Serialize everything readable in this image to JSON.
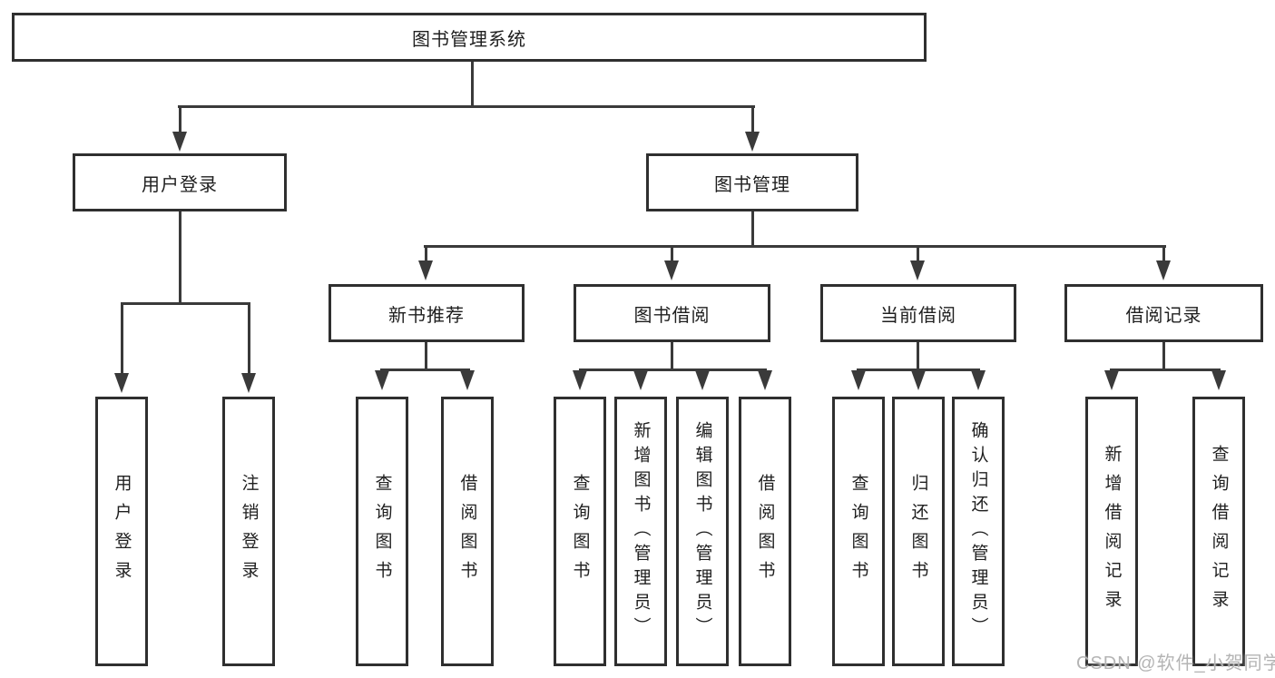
{
  "diagram_type": "hierarchy-tree",
  "tree": {
    "label": "图书管理系统",
    "children": [
      {
        "label": "用户登录",
        "children": [
          {
            "label": "用户登录"
          },
          {
            "label": "注销登录"
          }
        ]
      },
      {
        "label": "图书管理",
        "children": [
          {
            "label": "新书推荐",
            "children": [
              {
                "label": "查询图书"
              },
              {
                "label": "借阅图书"
              }
            ]
          },
          {
            "label": "图书借阅",
            "children": [
              {
                "label": "查询图书"
              },
              {
                "label": "新增图书（管理员）"
              },
              {
                "label": "编辑图书（管理员）"
              },
              {
                "label": "借阅图书"
              }
            ]
          },
          {
            "label": "当前借阅",
            "children": [
              {
                "label": "查询图书"
              },
              {
                "label": "归还图书"
              },
              {
                "label": "确认归还（管理员）"
              }
            ]
          },
          {
            "label": "借阅记录",
            "children": [
              {
                "label": "新增借阅记录"
              },
              {
                "label": "查询借阅记录"
              }
            ]
          }
        ]
      }
    ]
  },
  "watermark": {
    "text": "CSDN @软件_小贺同学"
  },
  "colors": {
    "line": "#3a3a3a",
    "box_border": "#2f2f2f",
    "text": "#1f1f1f",
    "watermark": "#b4b4b4",
    "background": "#ffffff"
  }
}
